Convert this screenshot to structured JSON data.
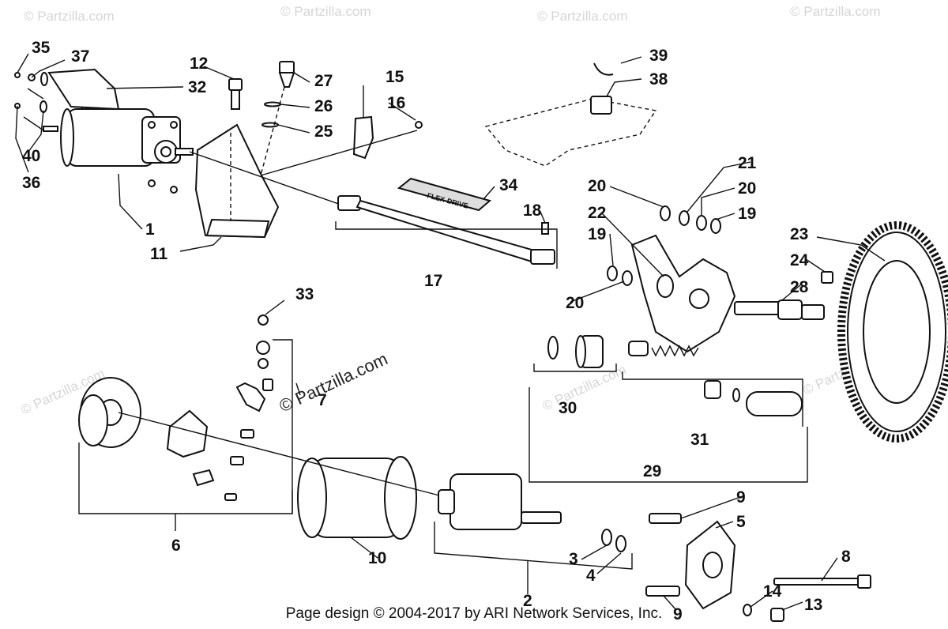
{
  "watermark": {
    "small": "© Partzilla.com",
    "center": "© Partzilla.com"
  },
  "flex_drive_label": "FLEX-DRIVE",
  "footer": "Page design © 2004-2017 by ARI Network Services, Inc.",
  "callouts": {
    "c1": "1",
    "c2": "2",
    "c3": "3",
    "c4": "4",
    "c5": "5",
    "c6": "6",
    "c7": "7",
    "c8": "8",
    "c9a": "9",
    "c9b": "9",
    "c10": "10",
    "c11": "11",
    "c12": "12",
    "c13": "13",
    "c14": "14",
    "c15": "15",
    "c16": "16",
    "c17": "17",
    "c18": "18",
    "c19a": "19",
    "c19b": "19",
    "c20a": "20",
    "c20b": "20",
    "c20c": "20",
    "c21": "21",
    "c22": "22",
    "c23": "23",
    "c24": "24",
    "c25": "25",
    "c26": "26",
    "c27": "27",
    "c28": "28",
    "c29": "29",
    "c30": "30",
    "c31": "31",
    "c32": "32",
    "c33": "33",
    "c34": "34",
    "c35": "35",
    "c36": "36",
    "c37": "37",
    "c38": "38",
    "c39": "39",
    "c40": "40"
  }
}
